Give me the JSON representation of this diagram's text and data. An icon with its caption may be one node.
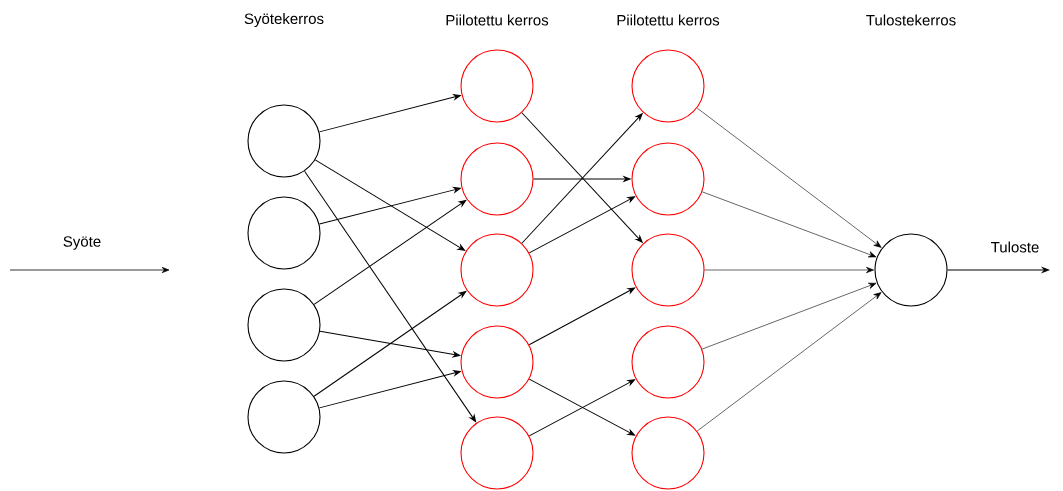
{
  "diagram": {
    "nodes": [
      {
        "text": [],
        "shape": "circle"
      },
      {
        "text": [],
        "shape": "circle"
      },
      {
        "text": [],
        "shape": "circle"
      },
      {
        "text": [],
        "shape": "circle"
      },
      {
        "text": [],
        "shape": "circle"
      },
      {
        "text": [],
        "shape": "circle"
      },
      {
        "text": [],
        "shape": "circle"
      },
      {
        "text": [],
        "shape": "circle"
      },
      {
        "text": [],
        "shape": "circle"
      },
      {
        "text": [],
        "shape": "circle"
      },
      {
        "text": [],
        "shape": "circle"
      },
      {
        "text": [],
        "shape": "circle"
      },
      {
        "text": [],
        "shape": "circle"
      },
      {
        "text": [],
        "shape": "circle"
      },
      {
        "text": [],
        "shape": "circle"
      }
    ],
    "edges": [
      {
        "from": 0,
        "to": 4,
        "arrow": "to"
      },
      {
        "from": 0,
        "to": 6,
        "arrow": "to"
      },
      {
        "from": 0,
        "to": 8,
        "arrow": "to"
      },
      {
        "from": 1,
        "to": 5,
        "arrow": "to"
      },
      {
        "from": 2,
        "to": 5,
        "arrow": "to"
      },
      {
        "from": 2,
        "to": 7,
        "arrow": "to"
      },
      {
        "from": 3,
        "to": 6,
        "arrow": "to"
      },
      {
        "from": 3,
        "to": 7,
        "arrow": "to"
      },
      {
        "from": 4,
        "to": 11,
        "arrow": "to"
      },
      {
        "from": 5,
        "to": 10,
        "arrow": "to"
      },
      {
        "from": 6,
        "to": 9,
        "arrow": "to"
      },
      {
        "from": 6,
        "to": 10,
        "arrow": "to"
      },
      {
        "from": 7,
        "to": 11,
        "arrow": "to"
      },
      {
        "from": 7,
        "to": 13,
        "arrow": "to"
      },
      {
        "from": 8,
        "to": 12,
        "arrow": "to"
      },
      {
        "from": 9,
        "to": 14,
        "arrow": "to"
      },
      {
        "from": 10,
        "to": 14,
        "arrow": "to"
      },
      {
        "from": 11,
        "to": 14,
        "arrow": "to"
      },
      {
        "from": 12,
        "to": 14,
        "arrow": "to"
      },
      {
        "from": 13,
        "to": 14,
        "arrow": "to"
      },
      {
        "from": 14,
        "to": null,
        "arrow": "to",
        "label": "Tuloste"
      }
    ],
    "labels": [
      "Syötekerros",
      "Piilotettu kerros",
      "Piilotettu kerros",
      "Tulostekerros",
      "Syöte"
    ]
  }
}
